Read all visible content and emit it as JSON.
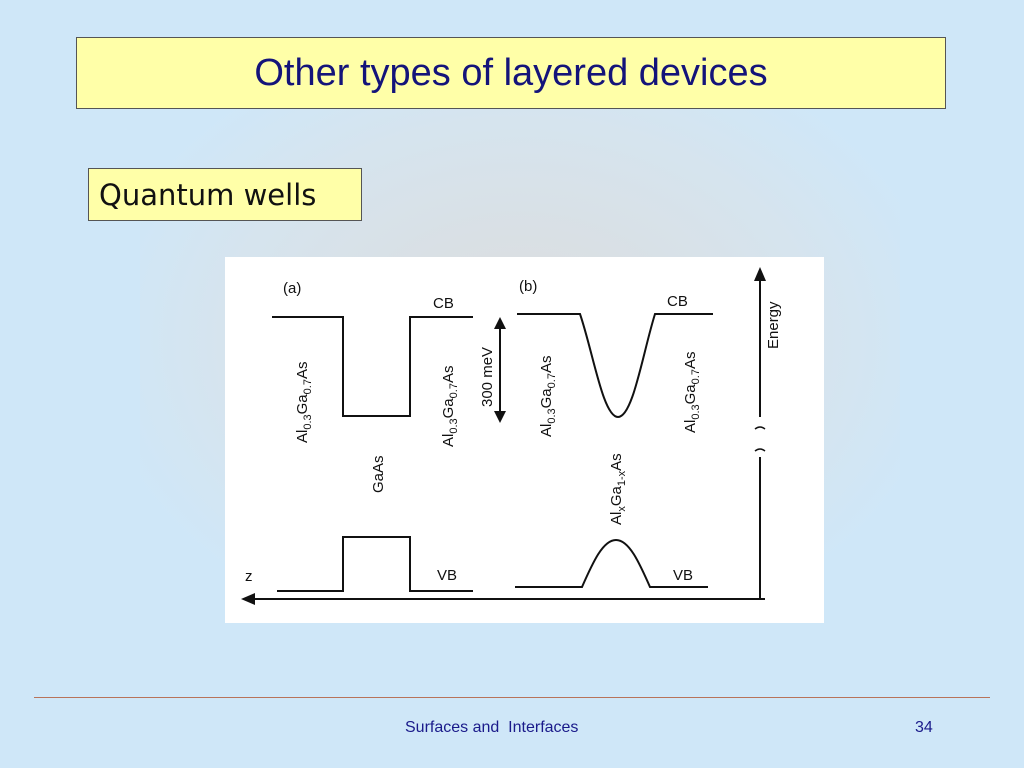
{
  "slide": {
    "title": "Other types of layered devices",
    "subtitle": "Quantum wells"
  },
  "figure": {
    "panel_a": {
      "label": "(a)",
      "cb": "CB",
      "vb": "VB",
      "barrier_left": "Al0.3Ga0.7As",
      "barrier_right": "Al0.3Ga0.7As",
      "well": "GaAs"
    },
    "panel_b": {
      "label": "(b)",
      "cb": "CB",
      "vb": "VB",
      "barrier_left": "Al0.3Ga0.7As",
      "barrier_right": "Al0.3Ga0.7As",
      "well": "AlxGa1-xAs"
    },
    "offset_label": "300 meV",
    "axis_z": "z",
    "axis_energy": "Energy"
  },
  "footer": {
    "course": "Surfaces and  Interfaces",
    "page": "34"
  }
}
